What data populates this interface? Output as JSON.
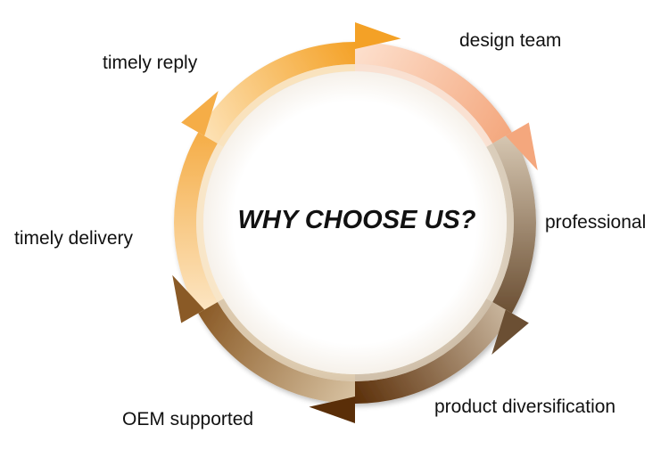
{
  "center": {
    "title": "WHY CHOOSE US?"
  },
  "segments": [
    {
      "label": "design team",
      "color": "#f4a77d",
      "light": "#fde1cf"
    },
    {
      "label": "professional",
      "color": "#6b4f33",
      "light": "#d8c9b4"
    },
    {
      "label": "product diversification",
      "color": "#5a2e08",
      "light": "#cbb8a0"
    },
    {
      "label": "OEM supported",
      "color": "#8a5a26",
      "light": "#d9c4a4"
    },
    {
      "label": "timely delivery",
      "color": "#f5ad47",
      "light": "#fce6c4"
    },
    {
      "label": "timely reply",
      "color": "#f4a126",
      "light": "#fde3b8"
    }
  ]
}
